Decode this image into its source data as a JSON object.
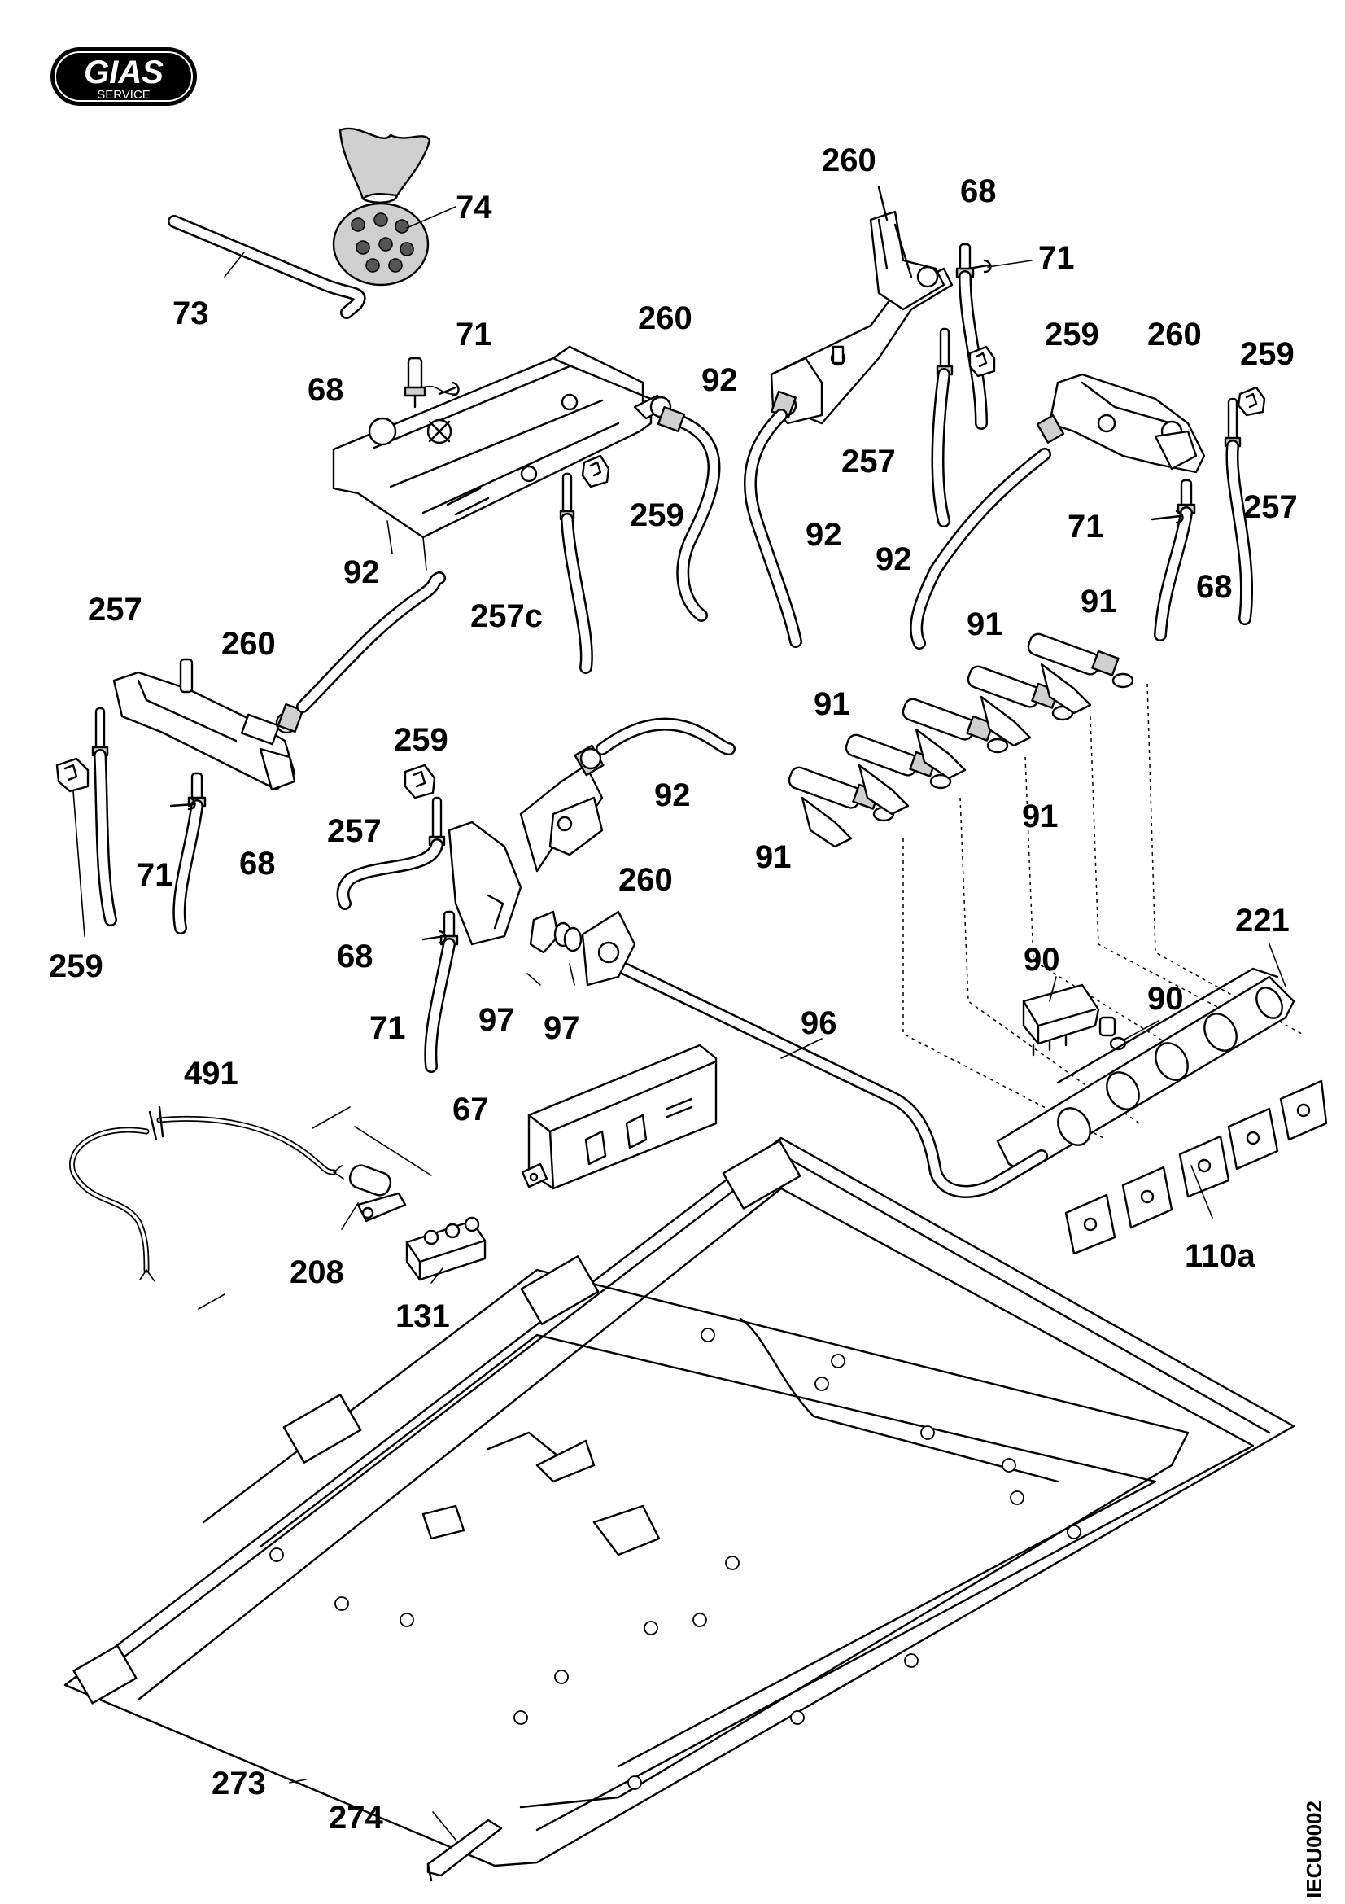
{
  "brand": {
    "logo_text": "GIAS",
    "logo_subtext": "SERVICE"
  },
  "drawing_code": "IECU0002",
  "part_labels": [
    {
      "id": "p74",
      "text": "74"
    },
    {
      "id": "p73",
      "text": "73"
    },
    {
      "id": "p71a",
      "text": "71"
    },
    {
      "id": "p68a",
      "text": "68"
    },
    {
      "id": "p260a",
      "text": "260"
    },
    {
      "id": "p92a",
      "text": "92"
    },
    {
      "id": "p259a",
      "text": "259"
    },
    {
      "id": "p257c",
      "text": "257c"
    },
    {
      "id": "p92b",
      "text": "92"
    },
    {
      "id": "p260b",
      "text": "260"
    },
    {
      "id": "p68b",
      "text": "68"
    },
    {
      "id": "p71b",
      "text": "71"
    },
    {
      "id": "p259b",
      "text": "259"
    },
    {
      "id": "p257a",
      "text": "257"
    },
    {
      "id": "p92c",
      "text": "92"
    },
    {
      "id": "p260c",
      "text": "260"
    },
    {
      "id": "p259c",
      "text": "259"
    },
    {
      "id": "p257b",
      "text": "257"
    },
    {
      "id": "p71c",
      "text": "71"
    },
    {
      "id": "p68c",
      "text": "68"
    },
    {
      "id": "p92d",
      "text": "92"
    },
    {
      "id": "p257d",
      "text": "257"
    },
    {
      "id": "p260d",
      "text": "260"
    },
    {
      "id": "p71d",
      "text": "71"
    },
    {
      "id": "p68d",
      "text": "68"
    },
    {
      "id": "p259d",
      "text": "259"
    },
    {
      "id": "p91a",
      "text": "91"
    },
    {
      "id": "p91b",
      "text": "91"
    },
    {
      "id": "p91c",
      "text": "91"
    },
    {
      "id": "p91d",
      "text": "91"
    },
    {
      "id": "p91e",
      "text": "91"
    },
    {
      "id": "p259e",
      "text": "259"
    },
    {
      "id": "p92e",
      "text": "92"
    },
    {
      "id": "p257e",
      "text": "257"
    },
    {
      "id": "p260e",
      "text": "260"
    },
    {
      "id": "p68e",
      "text": "68"
    },
    {
      "id": "p71e",
      "text": "71"
    },
    {
      "id": "p97a",
      "text": "97"
    },
    {
      "id": "p97b",
      "text": "97"
    },
    {
      "id": "p96",
      "text": "96"
    },
    {
      "id": "p90a",
      "text": "90"
    },
    {
      "id": "p90b",
      "text": "90"
    },
    {
      "id": "p221",
      "text": "221"
    },
    {
      "id": "p491",
      "text": "491"
    },
    {
      "id": "p67",
      "text": "67"
    },
    {
      "id": "p208",
      "text": "208"
    },
    {
      "id": "p131",
      "text": "131"
    },
    {
      "id": "p110a",
      "text": "110a"
    },
    {
      "id": "p273",
      "text": "273"
    },
    {
      "id": "p274",
      "text": "274"
    }
  ]
}
